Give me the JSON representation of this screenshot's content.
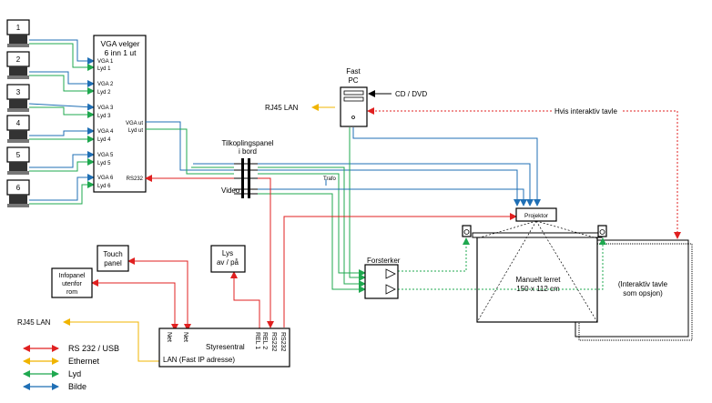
{
  "colors": {
    "rs232": "#e02020",
    "ethernet": "#f0b400",
    "audio": "#1fa84f",
    "video": "#1f6fb5"
  },
  "sources": [
    "1",
    "2",
    "3",
    "4",
    "5",
    "6"
  ],
  "vga_selector": {
    "title_line1": "VGA velger",
    "title_line2": "6 inn 1 ut",
    "inputs": [
      {
        "vga": "VGA 1",
        "audio": "Lyd 1"
      },
      {
        "vga": "VGA 2",
        "audio": "Lyd 2"
      },
      {
        "vga": "VGA 3",
        "audio": "Lyd 3"
      },
      {
        "vga": "VGA 4",
        "audio": "Lyd 4"
      },
      {
        "vga": "VGA 5",
        "audio": "Lyd 5"
      },
      {
        "vga": "VGA 6",
        "audio": "Lyd 6"
      }
    ],
    "vga_out": "VGA ut",
    "audio_out": "Lyd ut",
    "rs232": "RS232"
  },
  "pc": {
    "line1": "Fast",
    "line2": "PC",
    "cd_dvd": "CD / DVD",
    "rj45": "RJ45 LAN"
  },
  "interactive_note": "Hvis interaktiv tavle",
  "panel": {
    "line1": "Tilkoplingspanel",
    "line2": "i bord",
    "video": "Video",
    "trafo": "Trafo"
  },
  "projector": "Projektor",
  "amplifier": "Forsterker",
  "screen": {
    "line1": "Manuelt lerret",
    "line2": "150 x 112 cm"
  },
  "interactive_board": {
    "line1": "(Interaktiv tavle",
    "line2": "som opsjon)"
  },
  "touch_panel": {
    "line1": "Touch",
    "line2": "panel"
  },
  "lights": {
    "line1": "Lys",
    "line2": "av / på"
  },
  "info_panel": {
    "line1": "Infopanel",
    "line2": "utenfor",
    "line3": "rom"
  },
  "left_rj45": "RJ45 LAN",
  "controller": {
    "title": "Styresentral",
    "lan": "LAN (Fast IP adresse)",
    "ports": [
      "Net",
      "Net",
      "REL 1",
      "REL 2",
      "RS232",
      "RS232"
    ]
  },
  "legend": [
    {
      "label": "RS 232 / USB",
      "color": "#e02020"
    },
    {
      "label": "Ethernet",
      "color": "#f0b400"
    },
    {
      "label": "Lyd",
      "color": "#1fa84f"
    },
    {
      "label": "Bilde",
      "color": "#1f6fb5"
    }
  ]
}
